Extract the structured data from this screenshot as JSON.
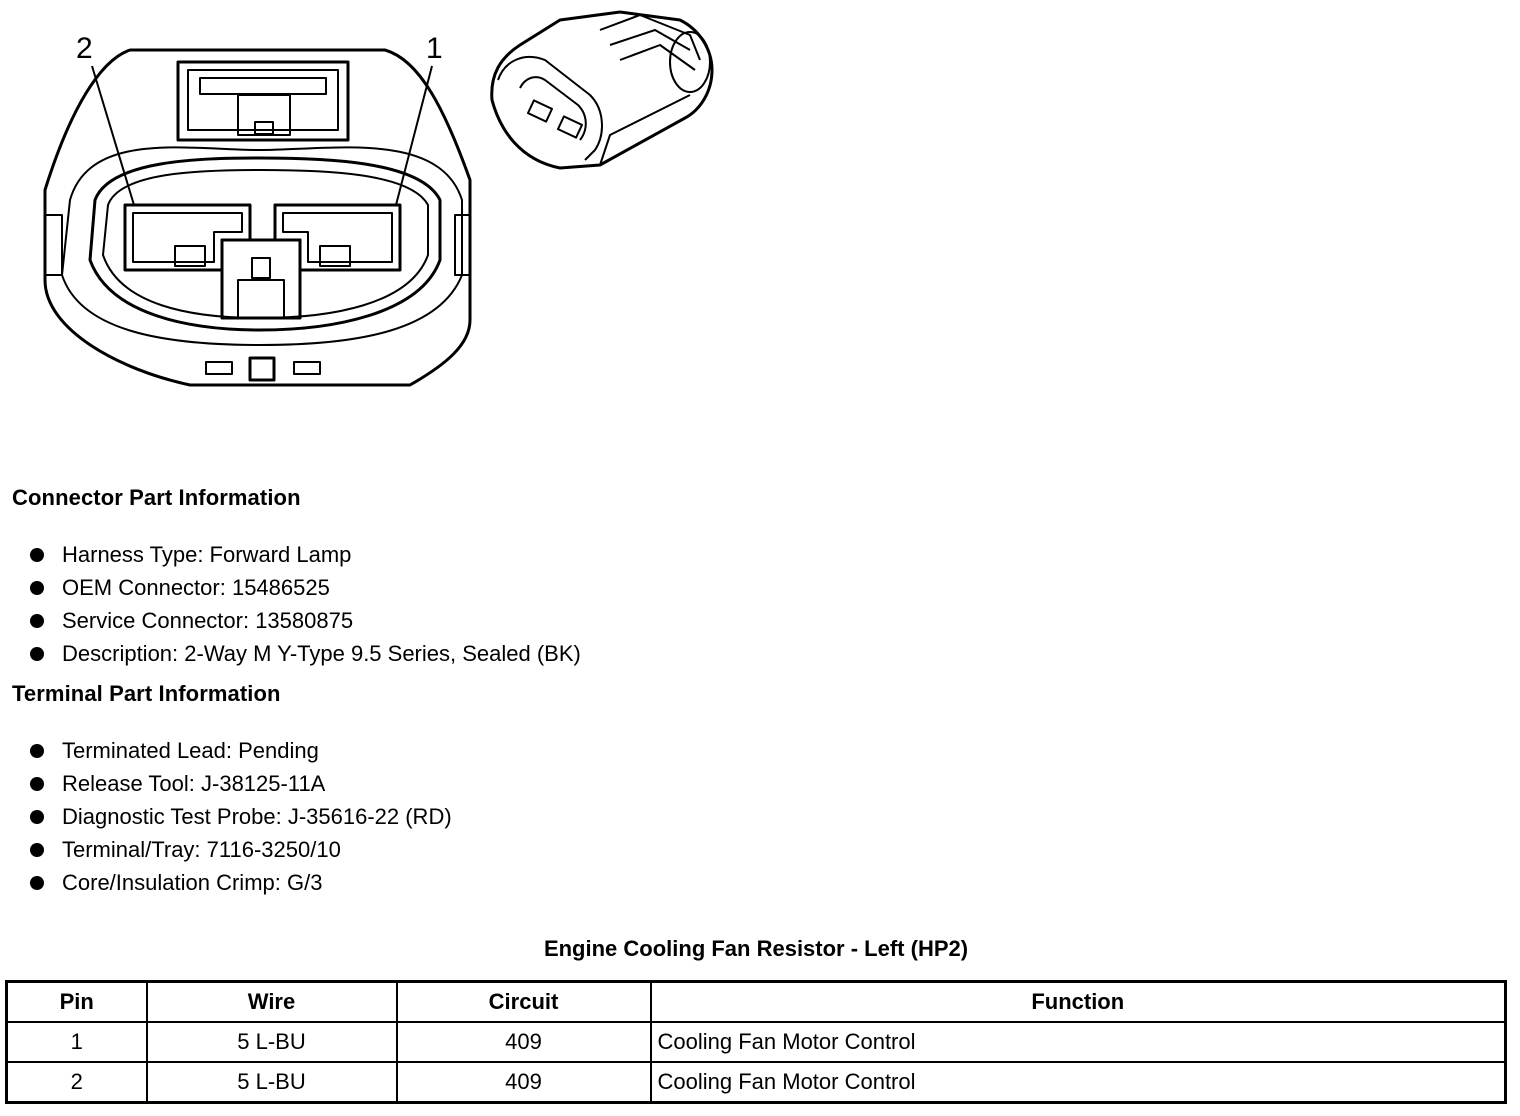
{
  "diagram": {
    "pin_labels": [
      "2",
      "1"
    ]
  },
  "connector_info": {
    "heading": "Connector Part Information",
    "items": [
      "Harness Type: Forward Lamp",
      "OEM Connector: 15486525",
      "Service Connector: 13580875",
      "Description: 2-Way M Y-Type 9.5 Series, Sealed (BK)"
    ]
  },
  "terminal_info": {
    "heading": "Terminal Part Information",
    "items": [
      "Terminated Lead: Pending",
      "Release Tool: J-38125-11A",
      "Diagnostic Test Probe: J-35616-22 (RD)",
      "Terminal/Tray: 7116-3250/10",
      "Core/Insulation Crimp: G/3"
    ]
  },
  "table": {
    "title": "Engine Cooling Fan Resistor - Left (HP2)",
    "headers": [
      "Pin",
      "Wire",
      "Circuit",
      "Function"
    ],
    "rows": [
      [
        "1",
        "5 L-BU",
        "409",
        "Cooling Fan Motor Control"
      ],
      [
        "2",
        "5 L-BU",
        "409",
        "Cooling Fan Motor Control"
      ]
    ]
  }
}
